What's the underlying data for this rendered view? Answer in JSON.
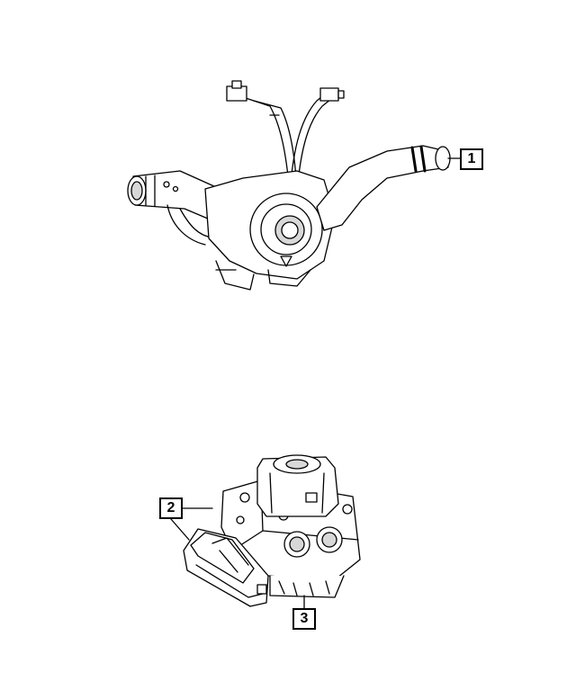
{
  "callouts": [
    {
      "id": "1",
      "label": "1"
    },
    {
      "id": "2",
      "label": "2"
    },
    {
      "id": "3",
      "label": "3"
    }
  ],
  "colors": {
    "line": "#000000",
    "background": "#ffffff",
    "shade": "#d8d8d8"
  }
}
